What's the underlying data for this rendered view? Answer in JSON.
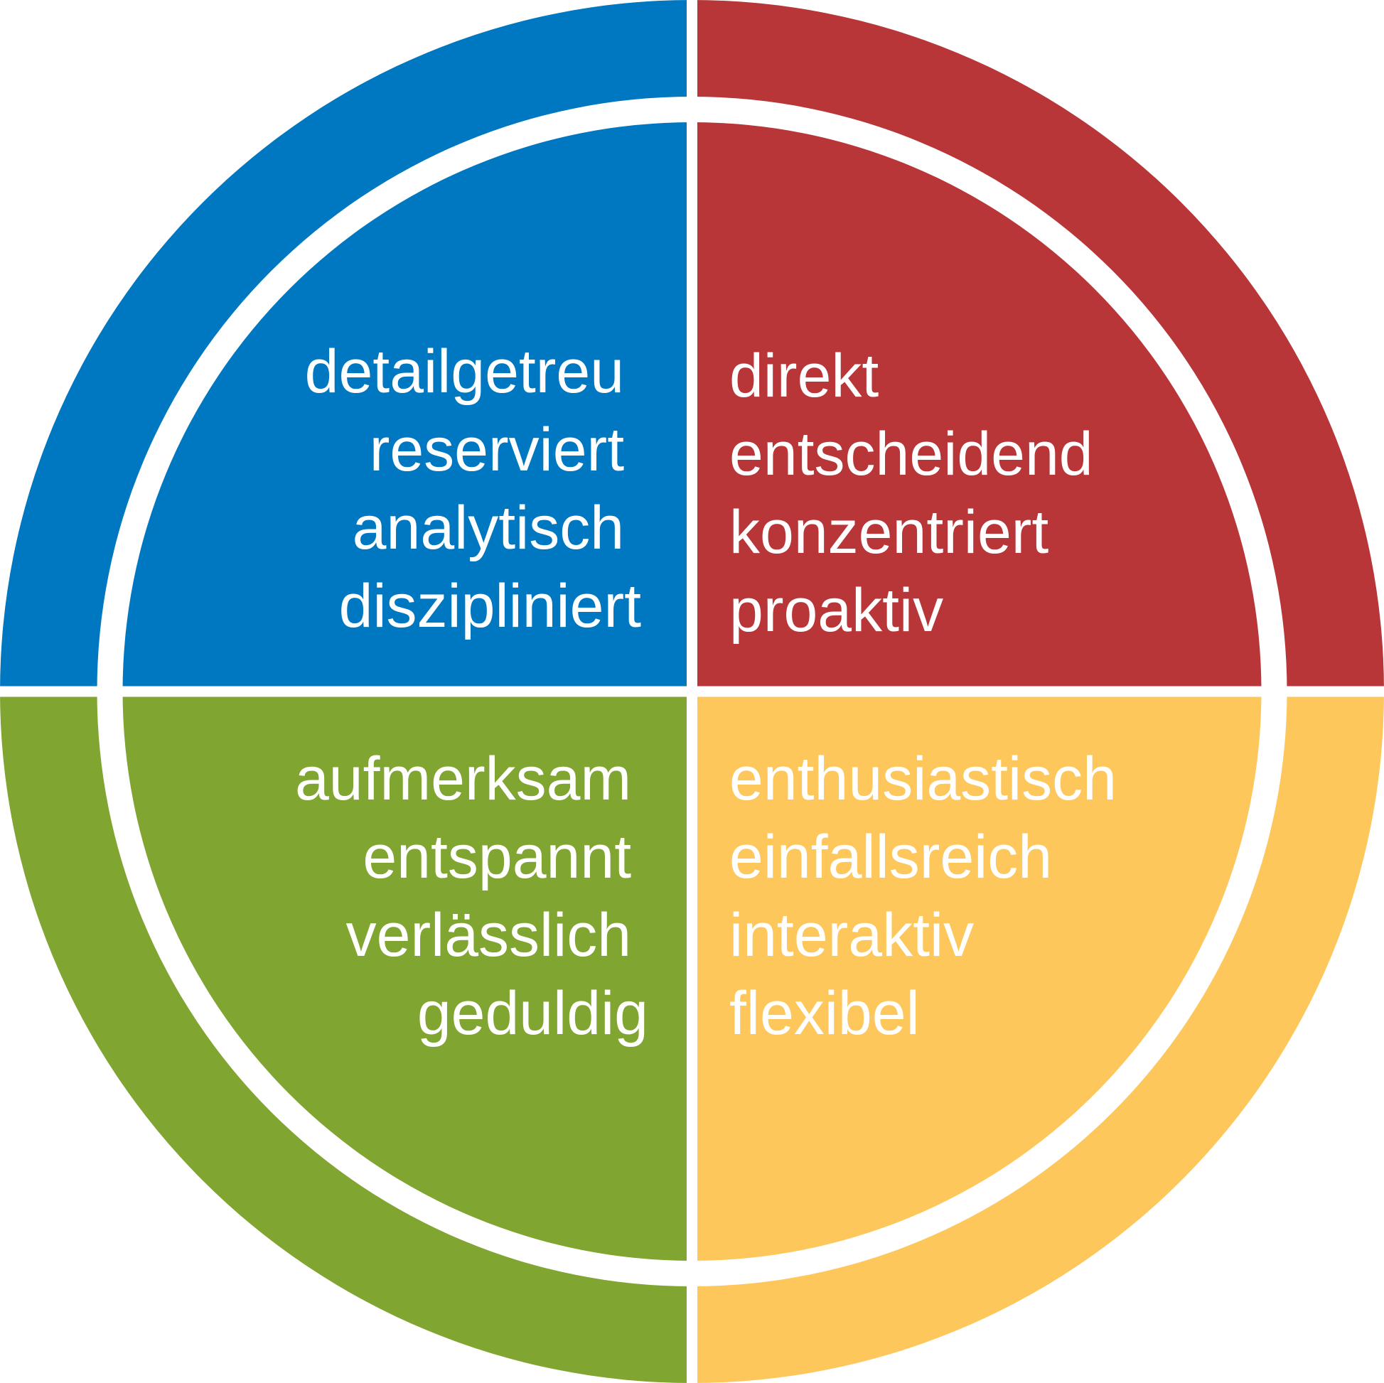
{
  "quadrants": [
    {
      "id": "top-left",
      "color": "#0078c1",
      "words": [
        "detailgetreu",
        "reserviert",
        "analytisch",
        "diszipliniert"
      ]
    },
    {
      "id": "top-right",
      "color": "#b83538",
      "words": [
        "direkt",
        "entscheidend",
        "konzentriert",
        "proaktiv"
      ]
    },
    {
      "id": "bottom-left",
      "color": "#80a531",
      "words": [
        "aufmerksam",
        "entspannt",
        "verlässlich",
        "geduldig"
      ]
    },
    {
      "id": "bottom-right",
      "color": "#fdc75c",
      "words": [
        "enthusiastisch",
        "einfallsreich",
        "interaktiv",
        "flexibel"
      ]
    }
  ]
}
